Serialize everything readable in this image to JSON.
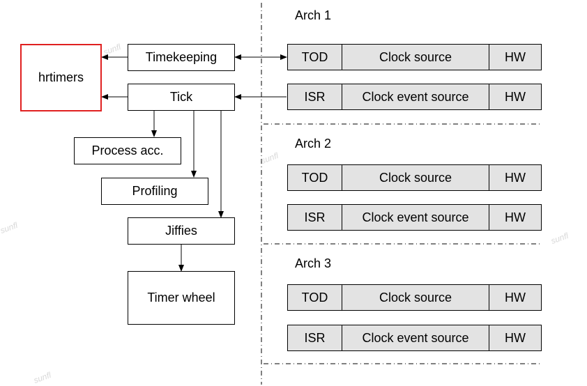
{
  "left": {
    "hrtimers": "hrtimers",
    "timekeeping": "Timekeeping",
    "tick": "Tick",
    "process_acc": "Process acc.",
    "profiling": "Profiling",
    "jiffies": "Jiffies",
    "timer_wheel": "Timer wheel"
  },
  "archs": [
    {
      "title": "Arch 1",
      "rows": [
        {
          "a": "TOD",
          "b": "Clock source",
          "c": "HW"
        },
        {
          "a": "ISR",
          "b": "Clock event source",
          "c": "HW"
        }
      ]
    },
    {
      "title": "Arch 2",
      "rows": [
        {
          "a": "TOD",
          "b": "Clock source",
          "c": "HW"
        },
        {
          "a": "ISR",
          "b": "Clock event source",
          "c": "HW"
        }
      ]
    },
    {
      "title": "Arch 3",
      "rows": [
        {
          "a": "TOD",
          "b": "Clock source",
          "c": "HW"
        },
        {
          "a": "ISR",
          "b": "Clock event source",
          "c": "HW"
        }
      ]
    }
  ],
  "watermark": "sunfl",
  "colors": {
    "highlight_border": "#e02020",
    "cell_fill": "#e3e3e3"
  }
}
